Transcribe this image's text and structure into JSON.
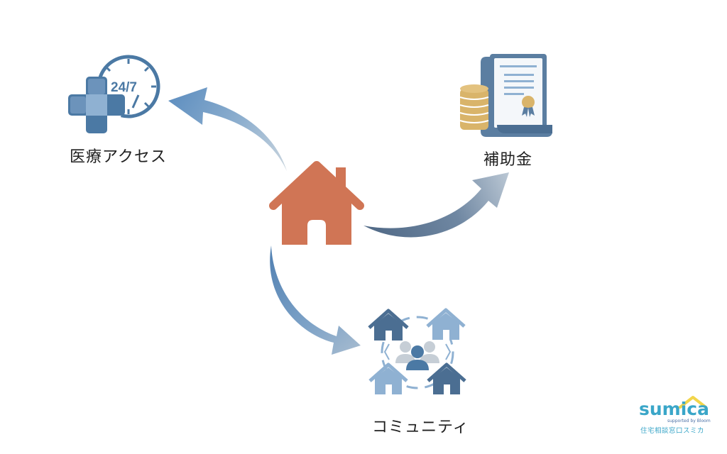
{
  "center": {
    "icon": "house-icon",
    "color": "#d07555"
  },
  "nodes": {
    "medical": {
      "label": "医療アクセス",
      "icon": "medical-247-icon",
      "badge": "24/7"
    },
    "subsidy": {
      "label": "補助金",
      "icon": "coins-certificate-icon"
    },
    "community": {
      "label": "コミュニティ",
      "icon": "community-houses-icon"
    }
  },
  "colors": {
    "arrow_light": "#6a9ac8",
    "arrow_dark": "#5c7590",
    "icon_blue": "#4b79a4",
    "icon_light_blue": "#8fb1d2",
    "gold": "#d9b46a",
    "house": "#d07555"
  },
  "brand": {
    "name": "sumica",
    "tagline": "supported by Bloom",
    "sub": "住宅相談窓口スミカ"
  }
}
